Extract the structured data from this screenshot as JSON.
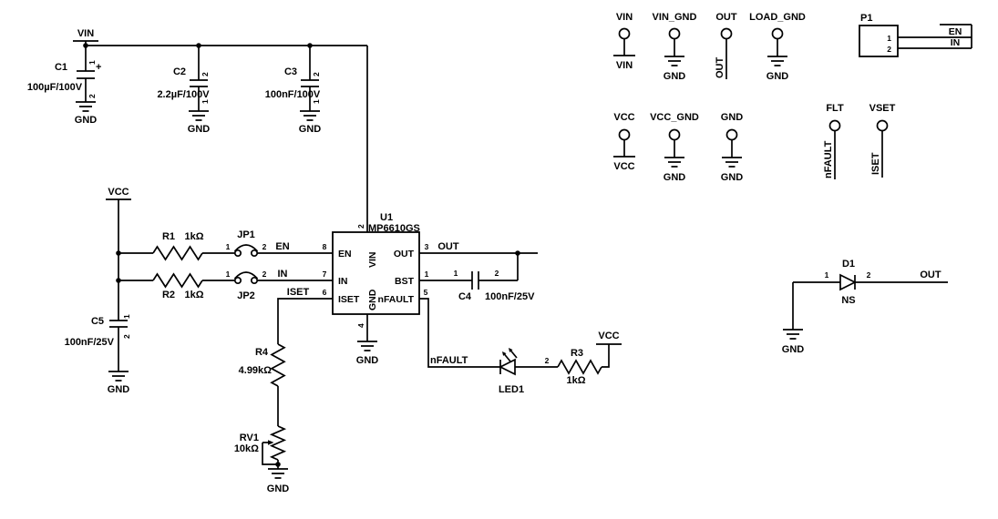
{
  "nets": {
    "vin": "VIN",
    "gnd": "GND",
    "vcc": "VCC",
    "out": "OUT",
    "en": "EN",
    "in": "IN",
    "iset": "ISET",
    "nfault": "nFAULT"
  },
  "ic": {
    "ref": "U1",
    "part": "MP6610GS",
    "pins": {
      "en": {
        "num": "8",
        "name": "EN"
      },
      "in": {
        "num": "7",
        "name": "IN"
      },
      "iset": {
        "num": "6",
        "name": "ISET"
      },
      "vin": {
        "num": "2",
        "name": "VIN"
      },
      "gnd": {
        "num": "4",
        "name": "GND"
      },
      "out": {
        "num": "3",
        "name": "OUT"
      },
      "bst": {
        "num": "1",
        "name": "BST"
      },
      "nfault": {
        "num": "5",
        "name": "nFAULT"
      }
    }
  },
  "capacitors": {
    "c1": {
      "ref": "C1",
      "value": "100µF/100V",
      "pin1": "1",
      "pin2": "2",
      "polarity": "+"
    },
    "c2": {
      "ref": "C2",
      "value": "2.2µF/100V",
      "pin1": "1",
      "pin2": "2"
    },
    "c3": {
      "ref": "C3",
      "value": "100nF/100V",
      "pin1": "1",
      "pin2": "2"
    },
    "c4": {
      "ref": "C4",
      "value": "100nF/25V",
      "pin1": "1",
      "pin2": "2"
    },
    "c5": {
      "ref": "C5",
      "value": "100nF/25V",
      "pin1": "1",
      "pin2": "2"
    }
  },
  "resistors": {
    "r1": {
      "ref": "R1",
      "value": "1kΩ"
    },
    "r2": {
      "ref": "R2",
      "value": "1kΩ"
    },
    "r3": {
      "ref": "R3",
      "value": "1kΩ"
    },
    "r4": {
      "ref": "R4",
      "value": "4.99kΩ"
    },
    "rv1": {
      "ref": "RV1",
      "value": "10kΩ"
    }
  },
  "jumpers": {
    "jp1": {
      "ref": "JP1",
      "pin1": "1",
      "pin2": "2"
    },
    "jp2": {
      "ref": "JP2",
      "pin1": "1",
      "pin2": "2"
    }
  },
  "diodes": {
    "d1": {
      "ref": "D1",
      "note": "NS",
      "pin1": "1",
      "pin2": "2"
    },
    "led1": {
      "ref": "LED1",
      "pin2": "2"
    }
  },
  "connector": {
    "ref": "P1",
    "pin1": "1",
    "pin2": "2",
    "row1": "EN",
    "row2": "IN"
  },
  "testpoints": {
    "tp_vin": {
      "label": "VIN",
      "net": "VIN"
    },
    "tp_vin_gnd": {
      "label": "VIN_GND",
      "net": "GND"
    },
    "tp_out": {
      "label": "OUT",
      "net": "OUT"
    },
    "tp_load_gnd": {
      "label": "LOAD_GND",
      "net": "GND"
    },
    "tp_vcc": {
      "label": "VCC",
      "net": "VCC"
    },
    "tp_vcc_gnd": {
      "label": "VCC_GND",
      "net": "GND"
    },
    "tp_gnd": {
      "label": "GND",
      "net": "GND"
    },
    "tp_flt": {
      "label": "FLT",
      "net": "nFAULT"
    },
    "tp_vset": {
      "label": "VSET",
      "net": "ISET"
    }
  },
  "colors": {
    "wire": "#000000",
    "background": "#ffffff"
  }
}
